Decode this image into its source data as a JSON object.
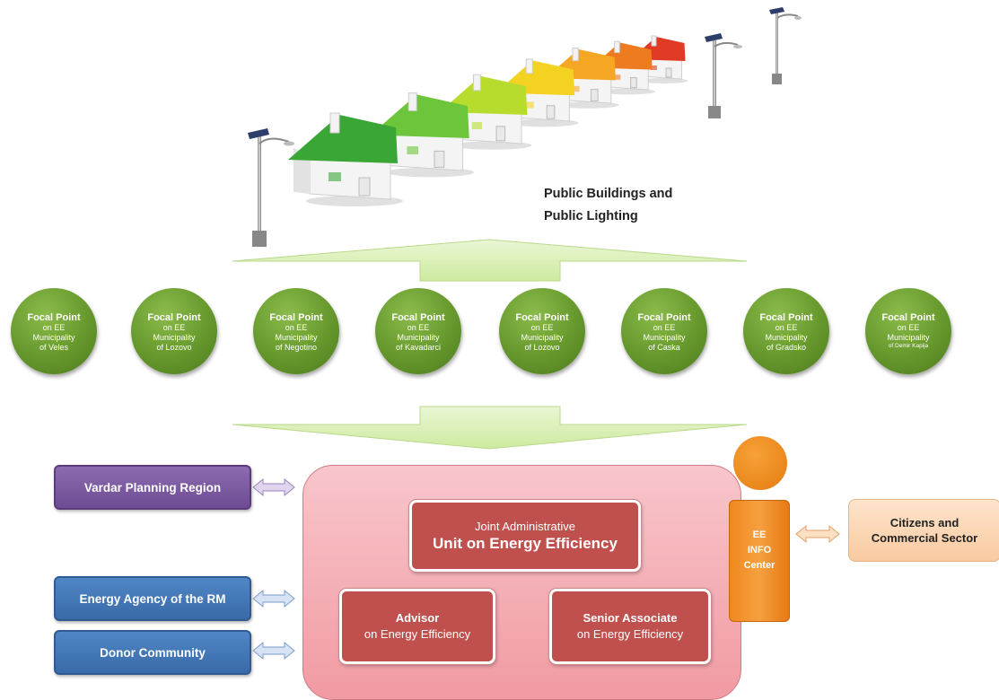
{
  "header": {
    "title_line1": "Public Buildings and",
    "title_line2": "Public Lighting",
    "house_colors": [
      "#3aa636",
      "#6cc53a",
      "#b8dc2e",
      "#f3d221",
      "#f5a623",
      "#ee7b1f",
      "#e03a25"
    ]
  },
  "focal_points": [
    {
      "line1": "Focal Point",
      "line2": "on EE",
      "line3": "Municipality",
      "line4": "of Veles"
    },
    {
      "line1": "Focal Point",
      "line2": "on EE",
      "line3": "Municipality",
      "line4": "of Lozovo"
    },
    {
      "line1": "Focal Point",
      "line2": "on EE",
      "line3": "Municipality",
      "line4": "of Negotino"
    },
    {
      "line1": "Focal Point",
      "line2": "on EE",
      "line3": "Municipality",
      "line4": "of Kavadarci"
    },
    {
      "line1": "Focal Point",
      "line2": "on EE",
      "line3": "Municipality",
      "line4": "of Lozovo"
    },
    {
      "line1": "Focal Point",
      "line2": "on EE",
      "line3": "Municipality",
      "line4": "of Caska"
    },
    {
      "line1": "Focal Point",
      "line2": "on EE",
      "line3": "Municipality",
      "line4": "of Gradsko"
    },
    {
      "line1": "Focal Point",
      "line2": "on EE",
      "line3": "Municipality",
      "line4": "of Demir Kapija"
    }
  ],
  "left_boxes": {
    "vardar": "Vardar Planning Region",
    "energy_agency": "Energy Agency of the RM",
    "donor": "Donor Community"
  },
  "unit": {
    "top_line1": "Joint Administrative",
    "top_line2": "Unit on Energy Efficiency",
    "advisor_line1": "Advisor",
    "advisor_line2": "on Energy Efficiency",
    "senior_line1": "Senior Associate",
    "senior_line2": "on Energy Efficiency"
  },
  "info_center": {
    "line1": "EE",
    "line2": "INFO",
    "line3": "Center"
  },
  "citizens": {
    "line1": "Citizens and",
    "line2": "Commercial Sector"
  },
  "colors": {
    "focal_green": "#6c9e31",
    "arrow_green": "#d9f0b4",
    "purple": "#7b58a0",
    "blue": "#3f75b8",
    "pink_panel": "#f4aab2",
    "red_box": "#c0504d",
    "orange": "#f08a1f",
    "peach": "#fbd5b0"
  }
}
